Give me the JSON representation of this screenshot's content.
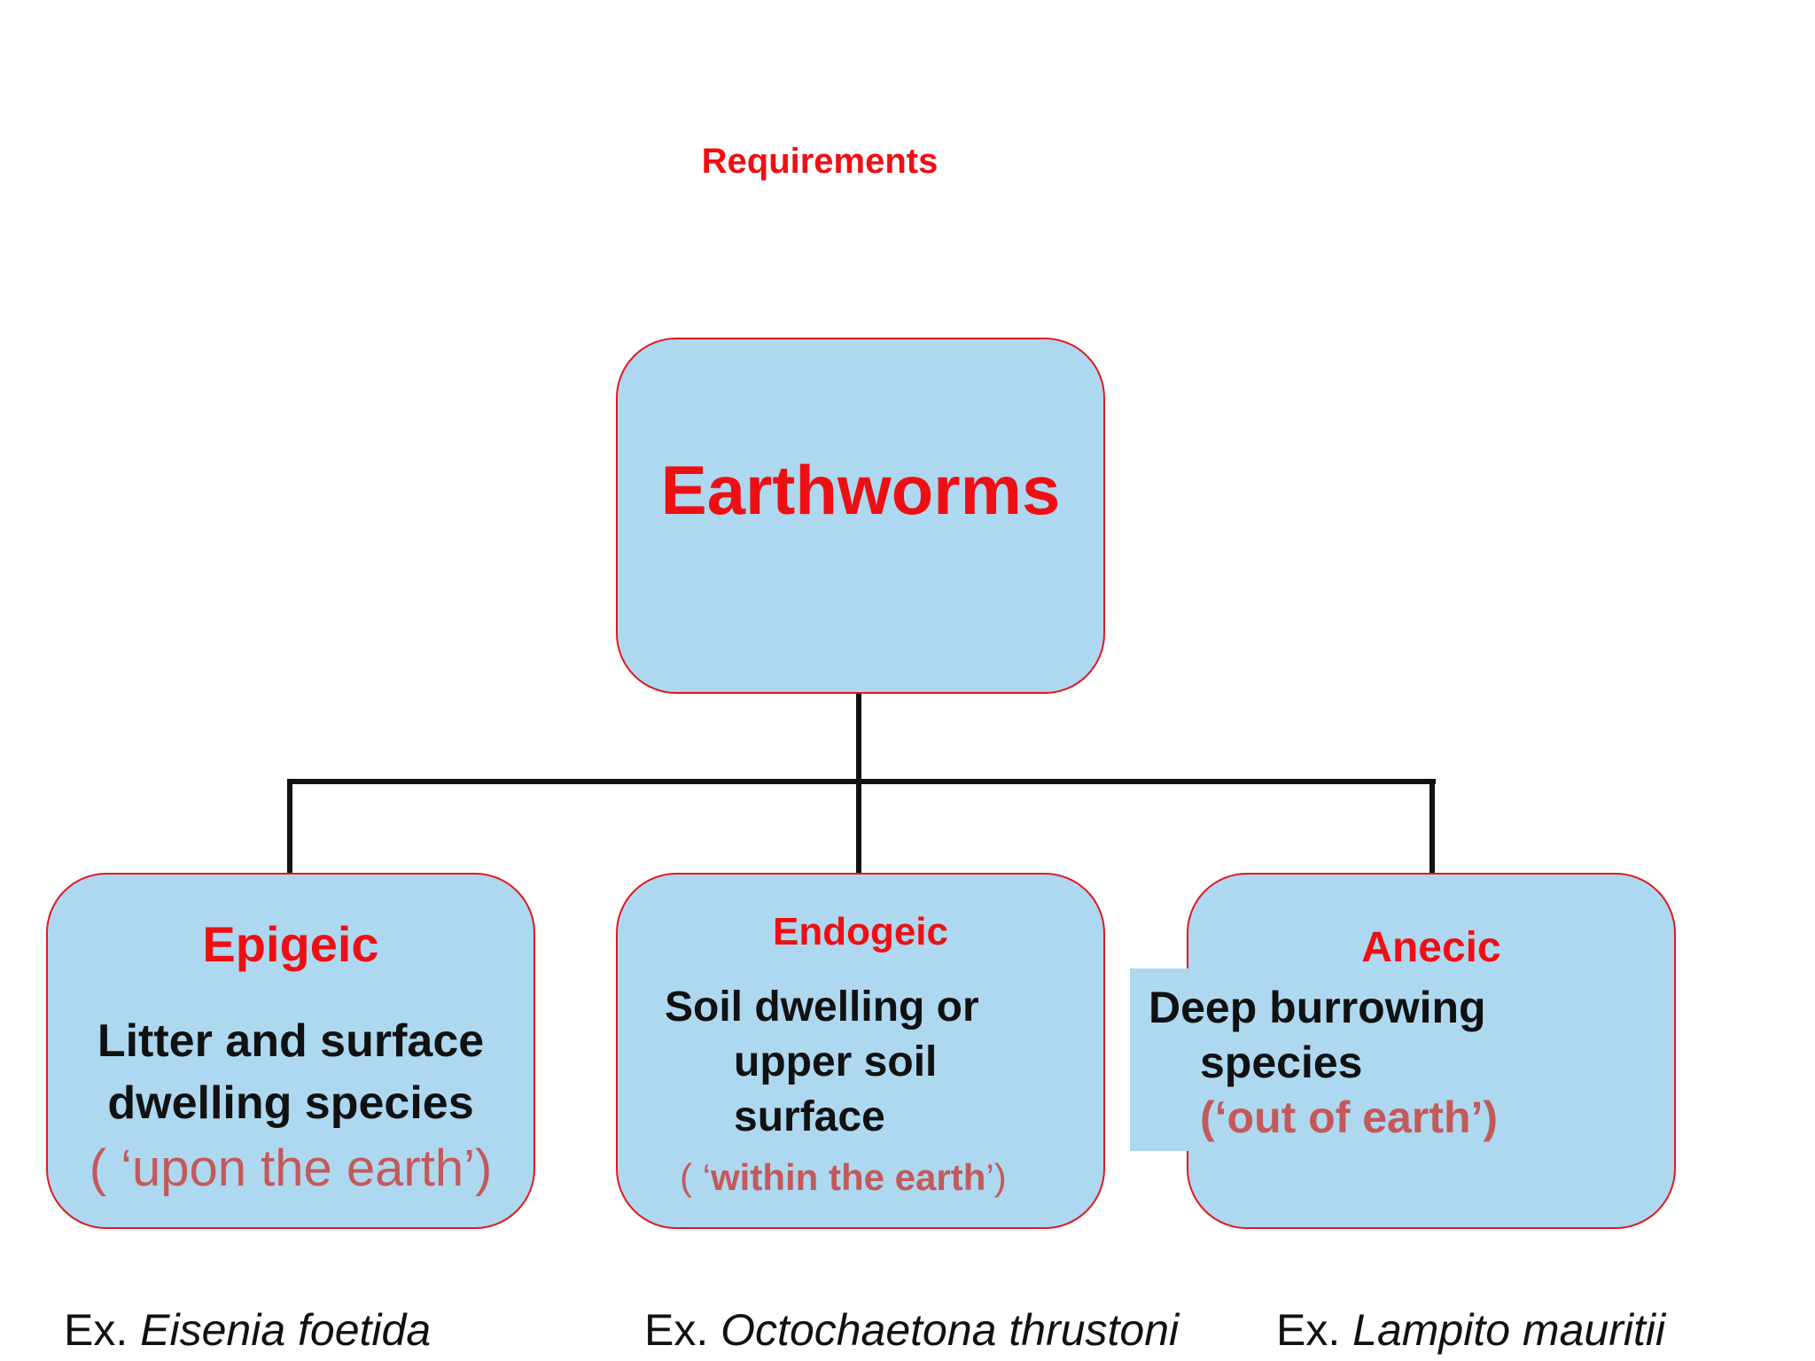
{
  "slide_title": "Requirements",
  "root": {
    "label": "Earthworms"
  },
  "categories": [
    {
      "title": "Epigeic",
      "description_lines": [
        "Litter and surface",
        "dwelling species"
      ],
      "meaning": "( ‘upon the earth’)",
      "example_prefix": "Ex.",
      "example_species": "Eisenia foetida"
    },
    {
      "title": "Endogeic",
      "description_lines": [
        "Soil dwelling or",
        "upper soil",
        "surface"
      ],
      "meaning_open": "( ‘",
      "meaning_text": "within the earth",
      "meaning_close": "’)",
      "example_prefix": "Ex.",
      "example_species": "Octochaetona thrustoni"
    },
    {
      "title": "Anecic",
      "description_lines": [
        "Deep burrowing",
        "species"
      ],
      "meaning": "(‘out of earth’)",
      "example_prefix": "Ex.",
      "example_species": "Lampito mauritii"
    }
  ],
  "colors": {
    "box_fill": "#add8f0",
    "box_border": "#e0191f",
    "title_red": "#ee0f14",
    "meaning_rose": "#c4595a",
    "connector": "#111111"
  }
}
